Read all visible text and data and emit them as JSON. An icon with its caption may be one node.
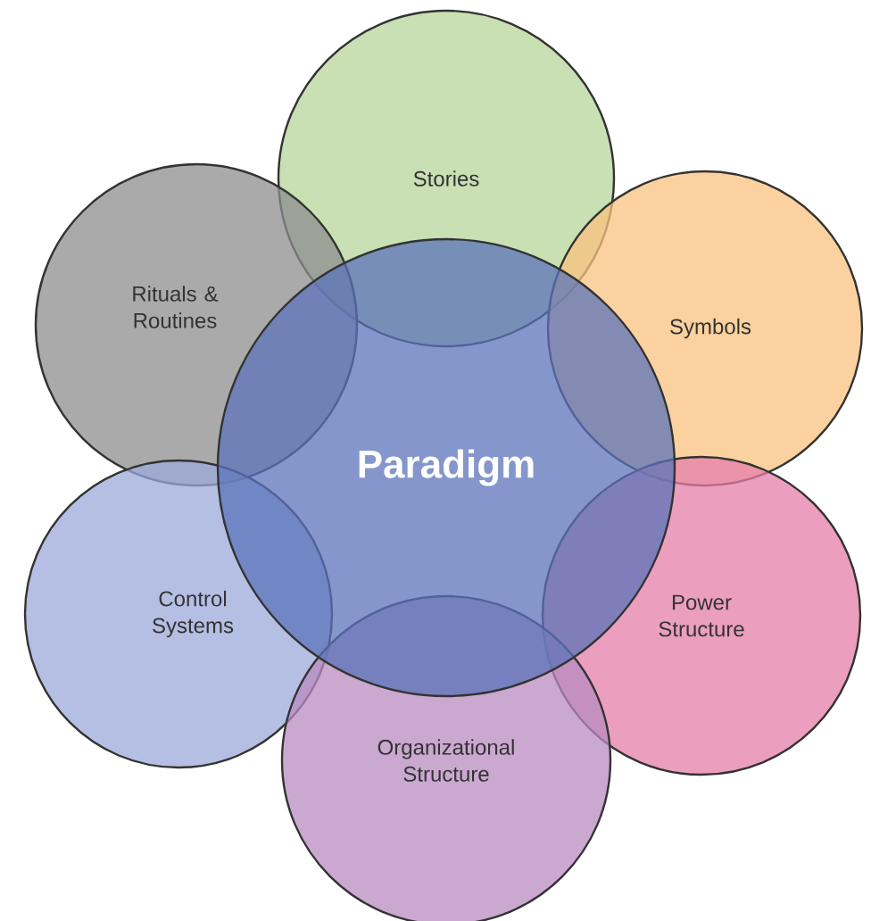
{
  "diagram": {
    "nodes": [
      {
        "text": [
          "Stories"
        ]
      },
      {
        "text": [
          "Rituals & Routines"
        ]
      },
      {
        "text": [
          "Symbols"
        ]
      },
      {
        "text": [
          "Paradigm"
        ]
      },
      {
        "text": [
          "Control Systems"
        ]
      },
      {
        "text": [
          "Power Structure"
        ]
      },
      {
        "text": [
          "Organizational Structure"
        ]
      }
    ]
  }
}
